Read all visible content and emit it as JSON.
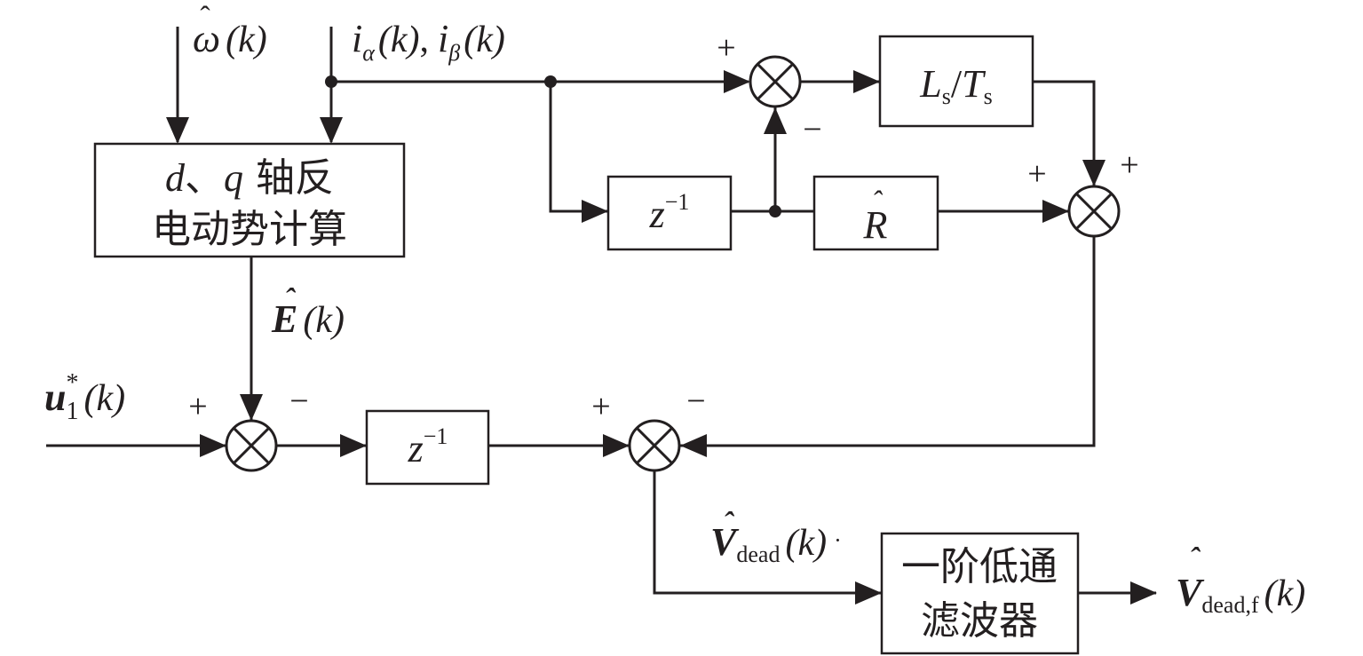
{
  "inputs": {
    "omega": {
      "symbol": "ω",
      "hat": "ˆ",
      "arg": "(k)"
    },
    "currents": {
      "i": "i",
      "alpha": "α",
      "beta": "β",
      "arg": "(k)",
      "sep": ",",
      "arg2": "(k)"
    },
    "u_ref": {
      "symbol": "u",
      "sub": "1",
      "sup": "*",
      "arg": "(k)"
    }
  },
  "blocks": {
    "emf_calc": {
      "line1_d": "d",
      "line1_sep": "、",
      "line1_q": "q",
      "line1_rest": " 轴反",
      "line2": "电动势计算"
    },
    "delay_top": {
      "z": "z",
      "exp": "−1"
    },
    "resistance": {
      "symbol": "R",
      "hat": "ˆ"
    },
    "ls_over_ts": {
      "L": "L",
      "s1": "s",
      "slash": "/",
      "T": "T",
      "s2": "s"
    },
    "delay_bottom": {
      "z": "z",
      "exp": "−1"
    },
    "lowpass": {
      "line1": "一阶低通",
      "line2": "滤波器"
    }
  },
  "signals": {
    "emf": {
      "symbol": "E",
      "hat": "ˆ",
      "arg": "(k)"
    },
    "v_dead": {
      "symbol": "V",
      "hat": "ˆ",
      "sub": "dead",
      "arg": "(k)",
      "trail": "·"
    },
    "v_dead_f": {
      "symbol": "V",
      "hat": "ˆ",
      "sub": "dead,f",
      "arg": "(k)"
    }
  },
  "signs": {
    "sum_top_plus": "+",
    "sum_top_minus": "−",
    "sum_right_plus_top": "+",
    "sum_right_plus_left": "+",
    "sum_left_plus": "+",
    "sum_left_minus": "−",
    "sum_mid_plus": "+",
    "sum_mid_minus": "−"
  }
}
